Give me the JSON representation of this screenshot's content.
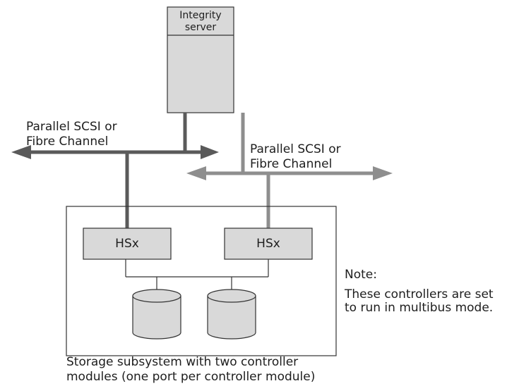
{
  "server": {
    "line1": "Integrity",
    "line2": "server"
  },
  "bus_left": {
    "line1": "Parallel SCSI or",
    "line2": "Fibre Channel"
  },
  "bus_right": {
    "line1": "Parallel SCSI or",
    "line2": "Fibre Channel"
  },
  "controllers": {
    "left": "HSx",
    "right": "HSx"
  },
  "note": {
    "title": "Note:",
    "line1": "These controllers are set",
    "line2": "to run in  multibus mode."
  },
  "caption": {
    "line1": "Storage subsystem with two controller",
    "line2": "modules (one port per controller module)"
  },
  "colors": {
    "dark_bus": "#5a5a5a",
    "light_bus": "#8e8e8e",
    "box_fill": "#d9d9d9",
    "outline": "#333333"
  }
}
